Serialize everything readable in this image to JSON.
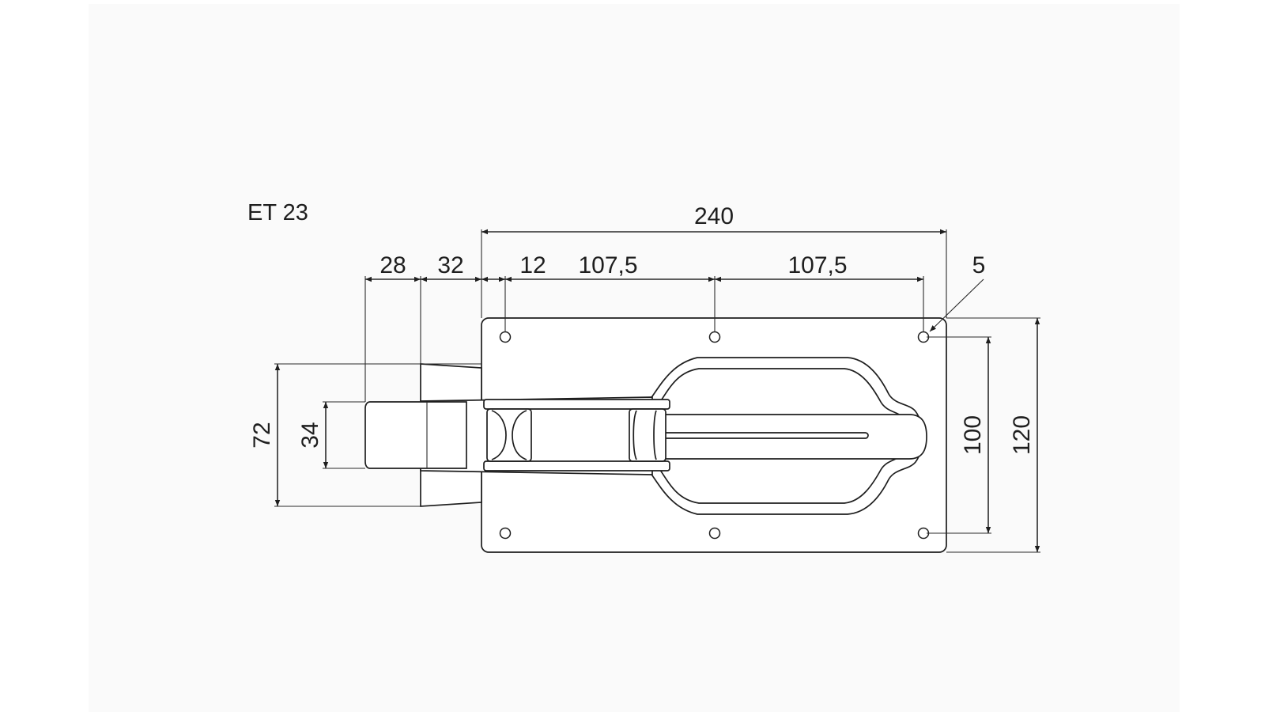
{
  "drawing": {
    "title": "ET 23",
    "dimensions": {
      "overall_width": "240",
      "protrusion_outer": "28",
      "protrusion_inner": "32",
      "hole_edge_offset": "12",
      "hole_spacing_left": "107,5",
      "hole_spacing_right": "107,5",
      "hole_diameter": "5",
      "hole_vertical_spacing": "100",
      "overall_height": "120",
      "body_height": "72",
      "hook_height": "34"
    }
  },
  "colors": {
    "background": "#ffffff",
    "sheet": "#fafafa",
    "line": "#1e1e1e"
  }
}
